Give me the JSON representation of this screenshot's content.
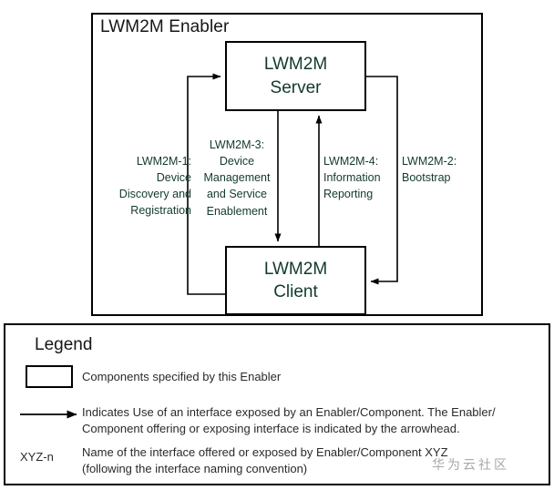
{
  "diagram": {
    "enabler": {
      "title": "LWM2M Enabler"
    },
    "components": [
      {
        "id": "server",
        "line1": "LWM2M",
        "line2": "Server"
      },
      {
        "id": "client",
        "line1": "LWM2M",
        "line2": "Client"
      }
    ],
    "interfaces": [
      {
        "id": "lwm2m-1",
        "name": "LWM2M-1:",
        "description": "Device\nDiscovery and\nRegistration",
        "text": "LWM2M-1:\nDevice\nDiscovery and\nRegistration",
        "direction": "client-to-server"
      },
      {
        "id": "lwm2m-3",
        "name": "LWM2M-3:",
        "description": "Device\nManagement\nand Service\nEnablement",
        "text": "LWM2M-3:\nDevice\nManagement\nand Service\nEnablement",
        "direction": "server-to-client"
      },
      {
        "id": "lwm2m-4",
        "name": "LWM2M-4:",
        "description": "Information\nReporting",
        "text": "LWM2M-4:\nInformation\nReporting",
        "direction": "client-to-server"
      },
      {
        "id": "lwm2m-2",
        "name": "LWM2M-2:",
        "description": "Bootstrap",
        "text": "LWM2M-2:\nBootstrap",
        "direction": "server-to-client"
      }
    ]
  },
  "legend": {
    "title": "Legend",
    "rows": [
      {
        "symbol": "box-swatch",
        "text": "Components specified by this Enabler"
      },
      {
        "symbol": "arrow-right",
        "text": "Indicates Use of an interface exposed by an Enabler/Component. The Enabler/\nComponent offering or exposing interface is indicated by the arrowhead."
      },
      {
        "symbol": "XYZ-n",
        "label": "XYZ-n",
        "text": "Name of the interface offered or exposed by Enabler/Component XYZ\n(following the interface naming convention)"
      }
    ]
  },
  "watermark": {
    "text": "华为云社区"
  },
  "colors": {
    "stroke": "#000000",
    "component_text": "#123a2b",
    "body_text": "#2a2a2a",
    "title_text": "#161616",
    "watermark": "#a8a8a8",
    "background": "#ffffff"
  }
}
